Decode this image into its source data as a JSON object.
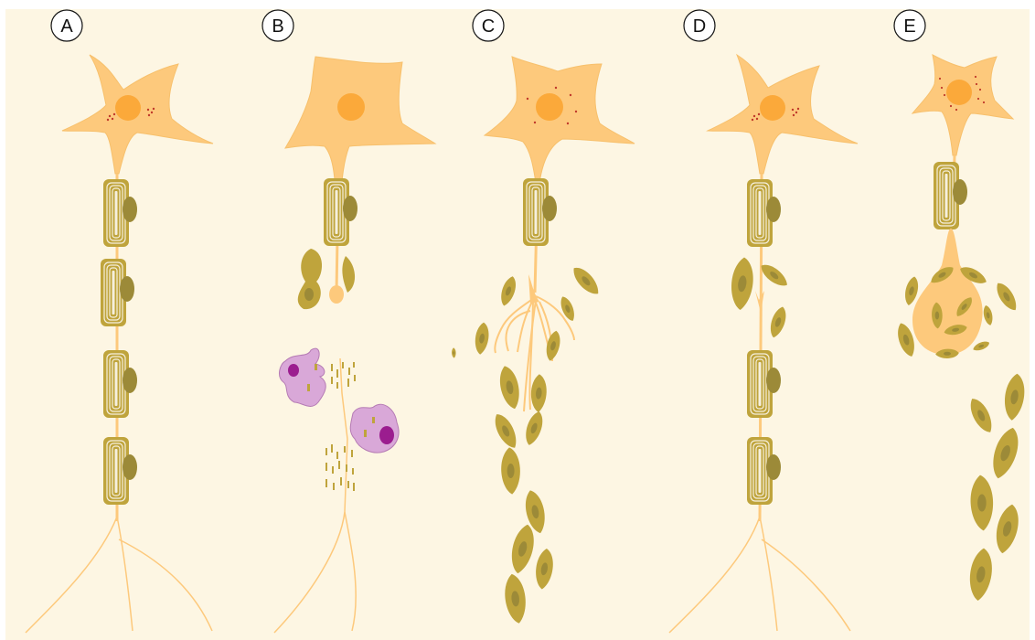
{
  "panels": [
    {
      "label": "A"
    },
    {
      "label": "B"
    },
    {
      "label": "C"
    },
    {
      "label": "D"
    },
    {
      "label": "E"
    }
  ],
  "colors": {
    "background": "#fdf6e3",
    "neuron": "#fdc97c",
    "neuron_stroke": "#f7c06c",
    "nucleus": "#fba93a",
    "schwann": "#bfa43c",
    "schwann_dark": "#9c8a38",
    "myelin_line": "#f5efdd",
    "macrophage": "#d9a8d8",
    "macrophage_nucleus": "#9b1d8f",
    "nissl": "#c0392b"
  },
  "icons": [
    "neuron-icon",
    "schwann-cell-icon",
    "macrophage-icon"
  ]
}
